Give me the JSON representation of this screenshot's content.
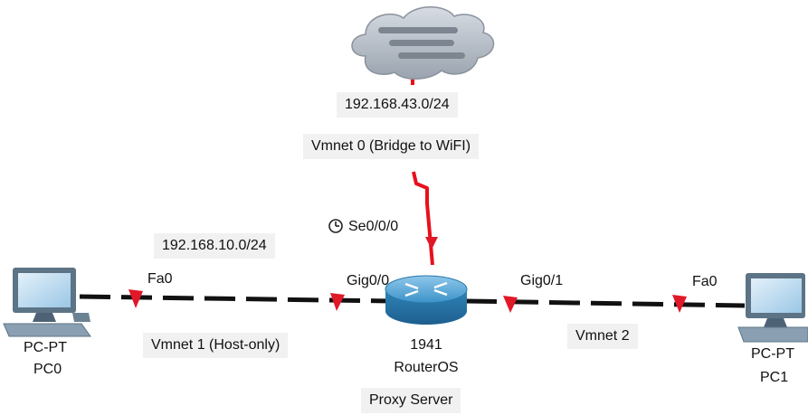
{
  "topology": {
    "cloud_network": "192.168.43.0/24",
    "cloud_link": "Vmnet 0 (Bridge to WiFI)",
    "serial_port": "Se0/0/0",
    "left_network": "192.168.10.0/24",
    "left_port_pc": "Fa0",
    "left_port_router": "Gig0/0",
    "left_link": "Vmnet 1 (Host-only)",
    "right_port_router": "Gig0/1",
    "right_port_pc": "Fa0",
    "right_link": "Vmnet 2",
    "router": {
      "model": "1941",
      "name": "RouterOS",
      "role": "Proxy Server"
    },
    "pc0": {
      "type": "PC-PT",
      "name": "PC0"
    },
    "pc1": {
      "type": "PC-PT",
      "name": "PC1"
    }
  },
  "colors": {
    "serial_link": "#e8101b",
    "ethernet_link": "#111111",
    "port_marker": "#e01828",
    "label_box": "#f1f1f1",
    "router_body": "#2f84b8",
    "cloud_fill": "#b9c1cc"
  },
  "icons": [
    "cloud-icon",
    "router-icon",
    "pc-icon",
    "clock-icon"
  ]
}
